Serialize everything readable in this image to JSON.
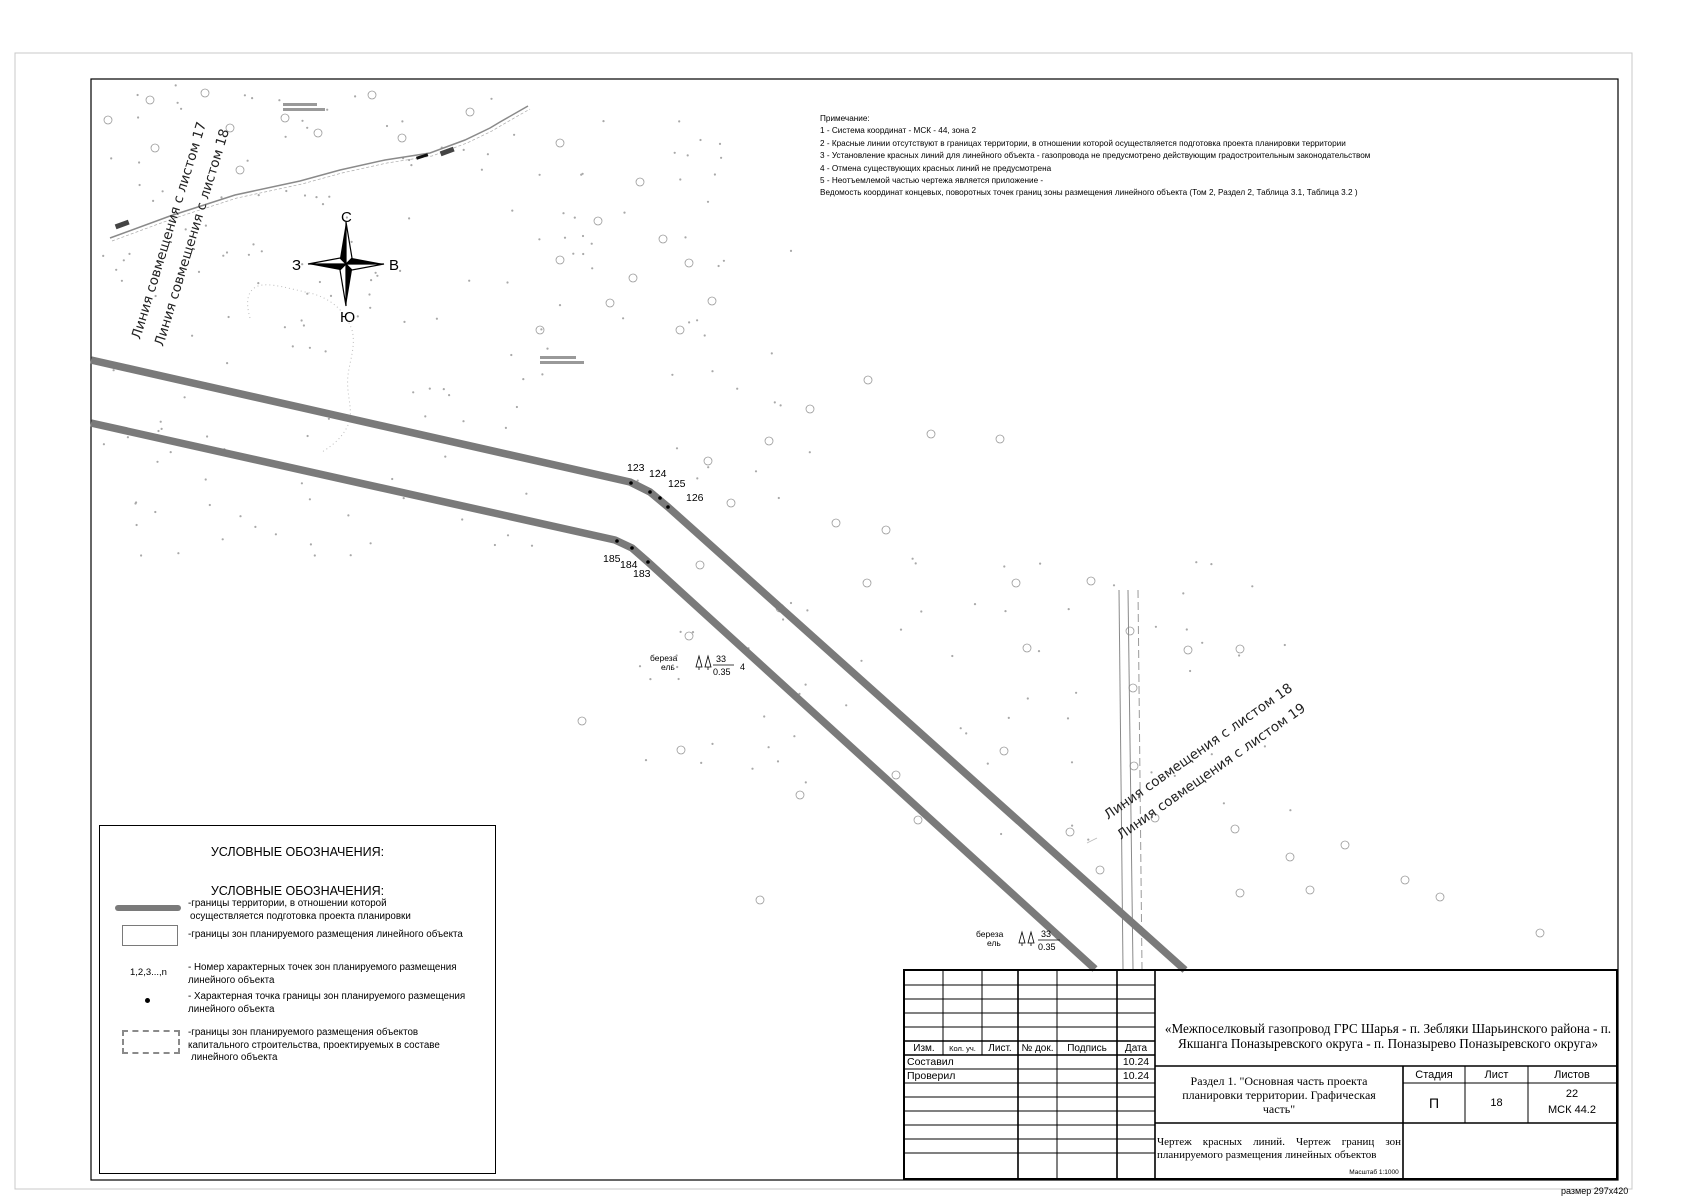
{
  "notes": {
    "title": "Примечание:",
    "lines": [
      "1 - Система координат - МСК - 44, зона 2",
      "2 - Красные линии отсутствуют в границах территории, в отношении которой осуществляется подготовка проекта планировки территории",
      "3 - Установление красных линий для линейного объекта - газопровода не предусмотрено действующим градостроительным законодательством",
      "4 - Отмена существующих красных линий не предусмотрена",
      "5 - Неотъемлемой частью чертежа является приложение -",
      "Ведомость координат концевых, поворотных точек границ зоны размещения линейного объекта (Том 2, Раздел 2, Таблица 3.1, Таблица 3.2 )"
    ]
  },
  "compass": {
    "north": "С",
    "south": "Ю",
    "west": "З",
    "east": "В"
  },
  "map_labels": {
    "line17": "Линия совмещения с листом 17",
    "line18_left": "Линия совмещения с листом 18",
    "line18_right": "Линия совмещения с листом 18",
    "line19": "Линия совмещения с листом 19",
    "points": {
      "p123": "123",
      "p124": "124",
      "p125": "125",
      "p126": "126",
      "p185": "185",
      "p184": "184",
      "p183": "183"
    },
    "tree1": {
      "species1": "береза",
      "species2": "ель",
      "num": "33",
      "den": "0.35",
      "extra": "4"
    },
    "tree2": {
      "species1": "береза",
      "species2": "ель",
      "num": "33",
      "den": "0.35"
    }
  },
  "legend": {
    "title_outer": "УСЛОВНЫЕ ОБОЗНАЧЕНИЯ:",
    "title_inner": "УСЛОВНЫЕ ОБОЗНАЧЕНИЯ:",
    "item1_line1": "-границы территории, в отношении которой",
    "item1_line2": "осуществляется подготовка проекта планировки",
    "item2": "-границы зон планируемого размещения линейного объекта",
    "item3_symbol": "1,2,3...,n",
    "item3_line1": "- Номер характерных точек зон планируемого размещения",
    "item3_line2": "линейного объекта",
    "item4_line1": "- Характерная точка границы зон планируемого размещения",
    "item4_line2": "линейного объекта",
    "item5_line1": "-границы зон планируемого размещения объектов",
    "item5_line2": "капитального строительства, проектируемых в составе",
    "item5_line3": "линейного объекта"
  },
  "title_block": {
    "headers": {
      "izm": "Изм.",
      "kol": "Кол. уч.",
      "list": "Лист.",
      "ndok": "№ док.",
      "podp": "Подпись",
      "data": "Дата"
    },
    "sostavil": "Составил",
    "sostavil_date": "10.24",
    "proveril": "Проверил",
    "proveril_date": "10.24",
    "project_title": "«Межпоселковый газопровод ГРС Шарья - п. Зебляки Шарьинского района - п. Якшанга Поназыревского округа - п. Поназырево Поназыревского округа»",
    "section_title": "Раздел 1. \"Основная часть проекта планировки территории. Графическая часть\"",
    "stage_label": "Стадия",
    "sheet_label": "Лист",
    "sheets_label": "Листов",
    "stage": "П",
    "sheet": "18",
    "sheets": "22",
    "code": "МСК 44.2",
    "drawing_title": "Чертеж красных линий. Чертеж границ зон планируемого размещения линейных объектов",
    "scale": "Масштаб 1:1000"
  },
  "size_label": "размер 297x420",
  "colors": {
    "boundary": "#7a7a7a",
    "frame": "#000000",
    "marker": "#999999"
  }
}
